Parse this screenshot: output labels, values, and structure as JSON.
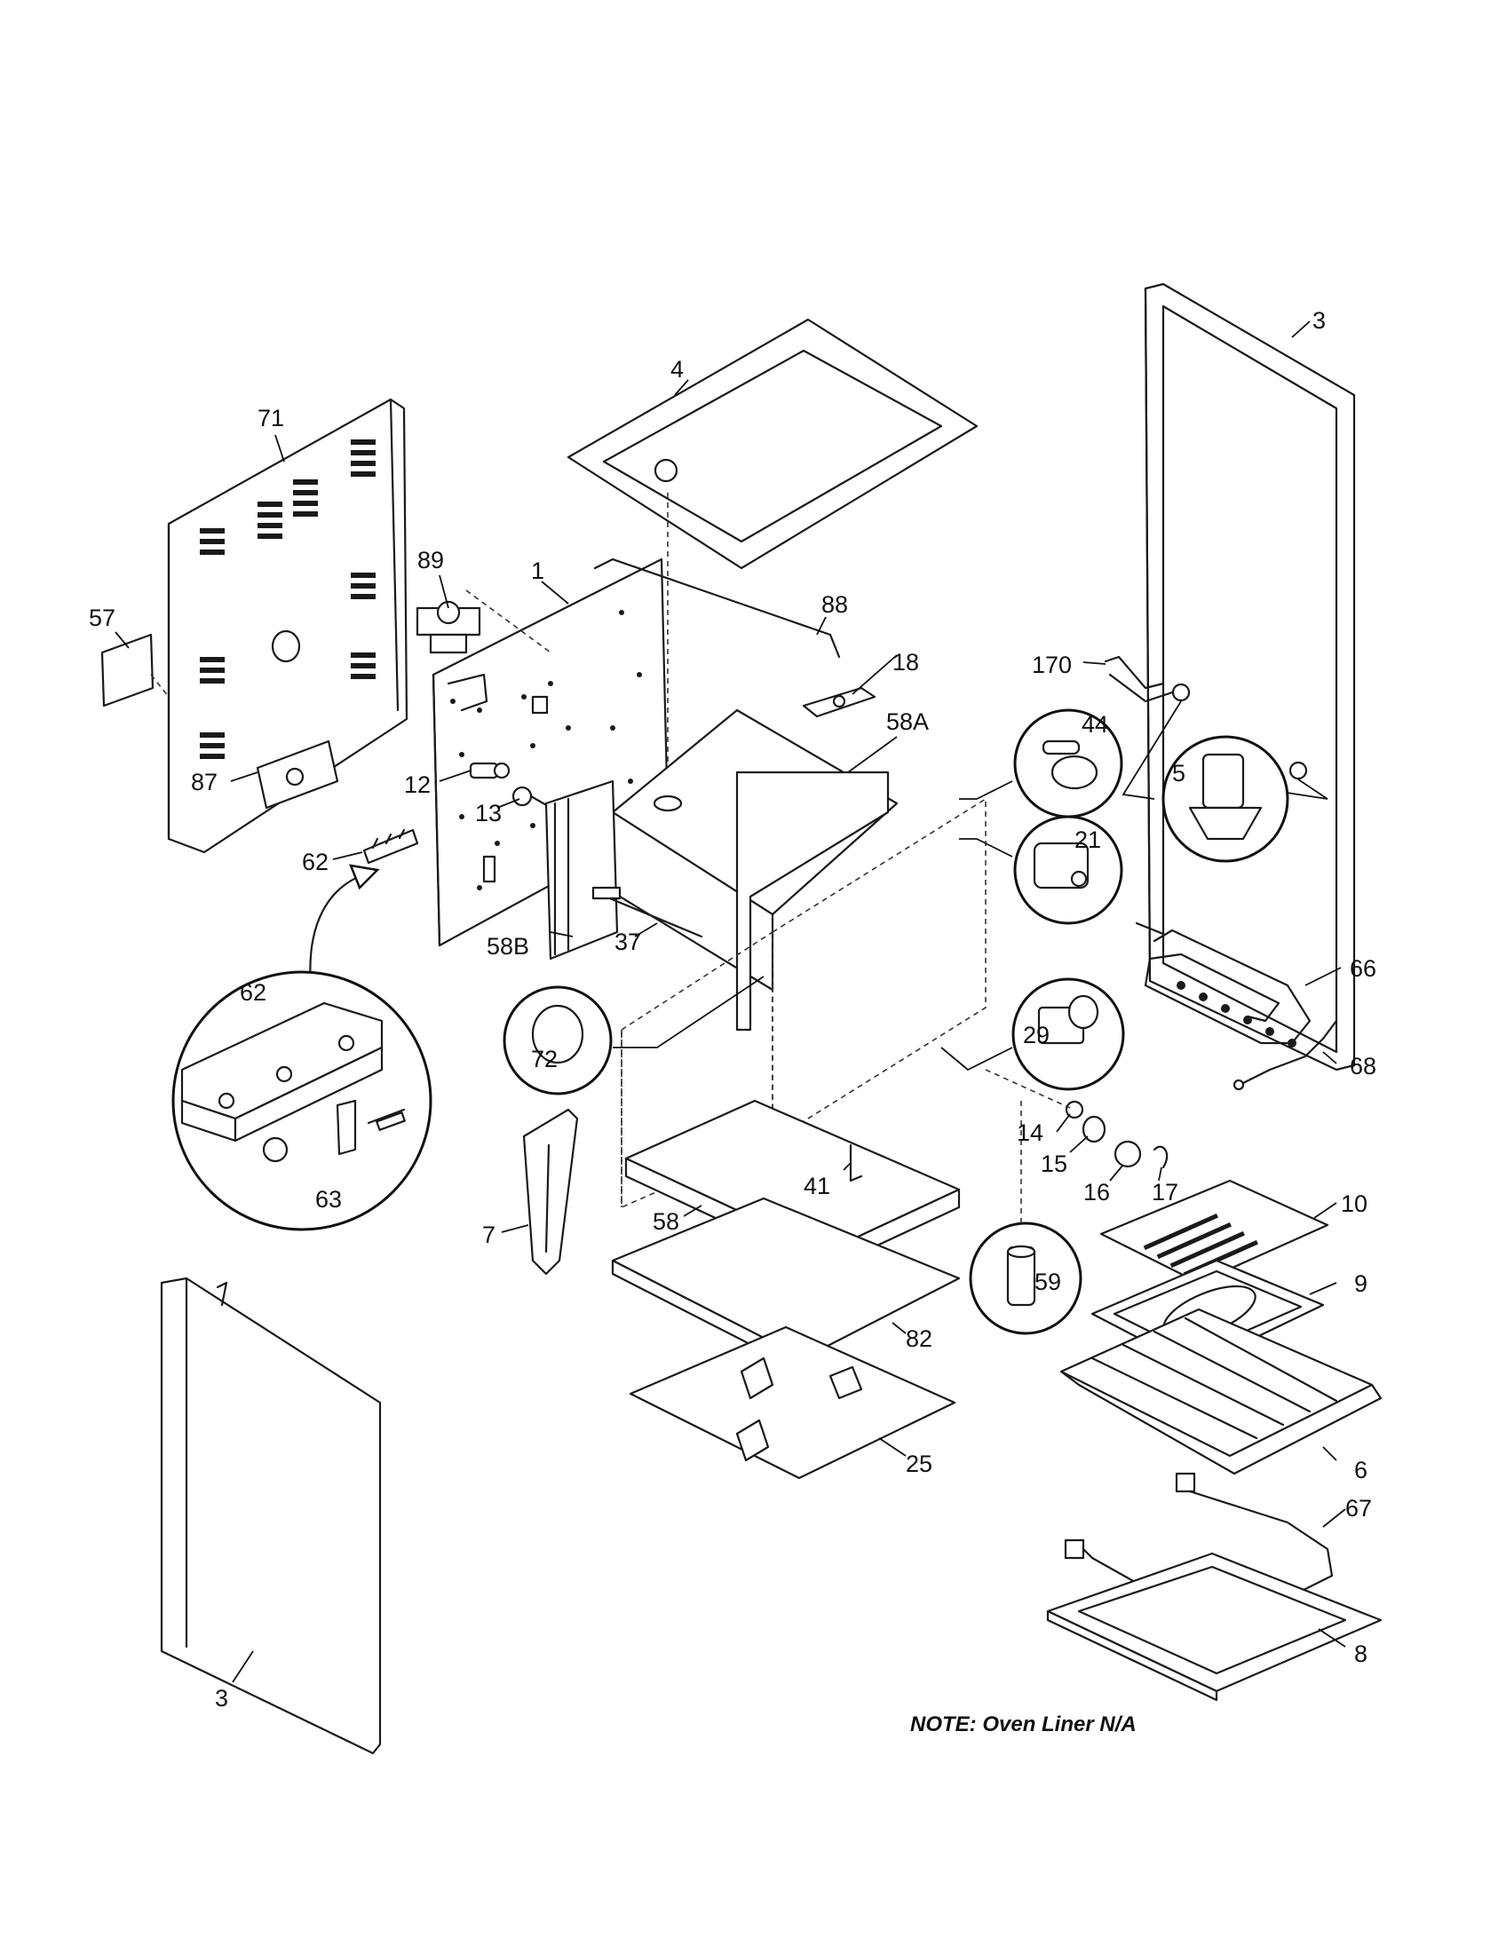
{
  "labels": {
    "p71": "71",
    "p57": "57",
    "p87": "87",
    "p89": "89",
    "p1": "1",
    "p12": "12",
    "p13": "13",
    "p62a": "62",
    "p62b": "62",
    "p63": "63",
    "p4": "4",
    "p88": "88",
    "p18": "18",
    "p58a": "58A",
    "p58b": "58B",
    "p37": "37",
    "p72": "72",
    "p3a": "3",
    "p170": "170",
    "p44": "44",
    "p5": "5",
    "p21": "21",
    "p66": "66",
    "p68": "68",
    "p29": "29",
    "p14": "14",
    "p15": "15",
    "p16": "16",
    "p17": "17",
    "p41": "41",
    "p7": "7",
    "p58": "58",
    "p10": "10",
    "p9": "9",
    "p59": "59",
    "p82": "82",
    "p6": "6",
    "p25": "25",
    "p67": "67",
    "p8": "8",
    "p3b": "3"
  },
  "note": "NOTE:  Oven Liner N/A"
}
